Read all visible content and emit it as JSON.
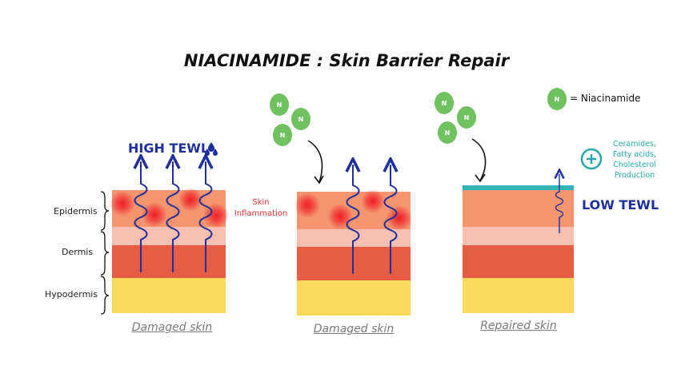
{
  "title": "NIACINAMIDE : Skin Barrier Repair",
  "legend": {
    "symbol": "N",
    "label": "= Niacinamide"
  },
  "layers": [
    "Epidermis",
    "Dermis",
    "Hypodermis"
  ],
  "panels": [
    {
      "caption": "Damaged skin"
    },
    {
      "caption": "Damaged skin"
    },
    {
      "caption": "Repaired skin"
    }
  ],
  "high_tewl": "HIGH TEWL",
  "low_tewl": "LOW TEWL",
  "inflammation": [
    "Skin",
    "Inflammation"
  ],
  "production": [
    "Ceramides,",
    "Fatty acids,",
    "Cholesterol",
    "Production"
  ],
  "molecule_symbol": "N",
  "colors": {
    "epidermis": "#f4956f",
    "dermis_light": "#f6bfb0",
    "dermis": "#e65d43",
    "hypodermis": "#fbda5a",
    "arrow": "#1f2f9e",
    "molecule": "#6fc25f",
    "barrier": "#34b3b5",
    "inflammation": "#f0202a",
    "production": "#27a8a8"
  }
}
